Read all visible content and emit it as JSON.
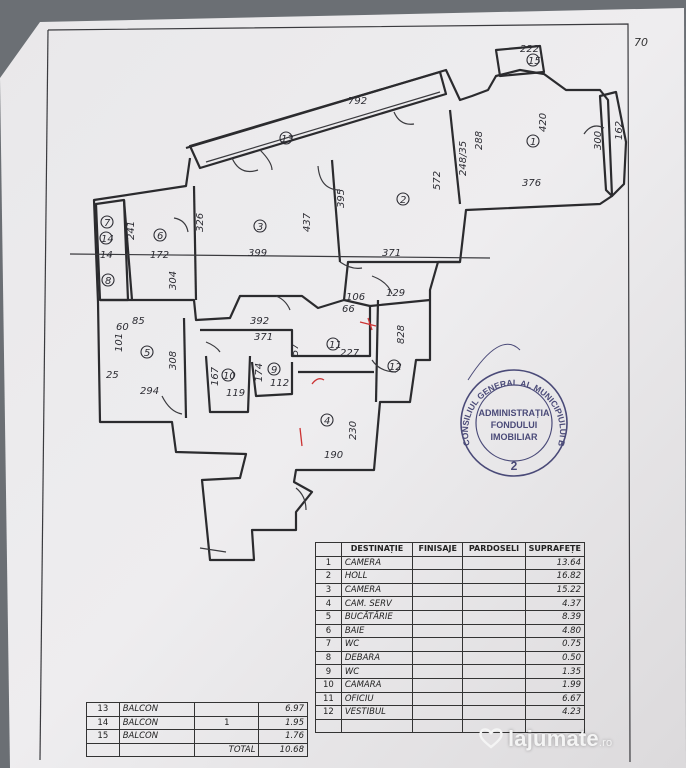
{
  "page_number": "70",
  "rooms": [
    {
      "no": "1"
    },
    {
      "no": "2"
    },
    {
      "no": "3"
    },
    {
      "no": "4"
    },
    {
      "no": "5"
    },
    {
      "no": "6"
    },
    {
      "no": "7"
    },
    {
      "no": "8"
    },
    {
      "no": "9"
    },
    {
      "no": "10"
    },
    {
      "no": "11"
    },
    {
      "no": "12"
    },
    {
      "no": "13"
    },
    {
      "no": "14"
    },
    {
      "no": "15"
    }
  ],
  "dimensions": [
    "792",
    "420",
    "376",
    "572",
    "248/35",
    "288",
    "300",
    "162",
    "222",
    "437",
    "399",
    "326",
    "395",
    "371",
    "172",
    "241",
    "304",
    "106",
    "129",
    "66",
    "828",
    "392",
    "371",
    "227",
    "57",
    "101",
    "60",
    "85",
    "308",
    "294",
    "25",
    "167",
    "119",
    "174",
    "112",
    "230",
    "190",
    "14"
  ],
  "stamp": {
    "ring_text": "CONSILIUL GENERAL AL MUNICIPIULUI BUCUREȘTI",
    "line1": "ADMINISTRAȚIA",
    "line2": "FONDULUI",
    "line3": "IMOBILIAR",
    "number": "2"
  },
  "main_table": {
    "headers": [
      "",
      "DESTINAȚIE",
      "FINISAJE",
      "PARDOSELI",
      "SUPRAFEȚE"
    ],
    "rows": [
      {
        "no": "1",
        "dest": "CAMERA",
        "area": "13.64"
      },
      {
        "no": "2",
        "dest": "HOLL",
        "area": "16.82"
      },
      {
        "no": "3",
        "dest": "CAMERA",
        "area": "15.22"
      },
      {
        "no": "4",
        "dest": "CAM. SERV",
        "area": "4.37"
      },
      {
        "no": "5",
        "dest": "BUCĂTĂRIE",
        "area": "8.39"
      },
      {
        "no": "6",
        "dest": "BAIE",
        "area": "4.80"
      },
      {
        "no": "7",
        "dest": "WC",
        "area": "0.75"
      },
      {
        "no": "8",
        "dest": "DEBARA",
        "area": "0.50"
      },
      {
        "no": "9",
        "dest": "WC",
        "area": "1.35"
      },
      {
        "no": "10",
        "dest": "CAMARA",
        "area": "1.99"
      },
      {
        "no": "11",
        "dest": "OFICIU",
        "area": "6.67"
      },
      {
        "no": "12",
        "dest": "VESTIBUL",
        "area": "4.23"
      },
      {
        "no": "",
        "dest": "",
        "area": ""
      }
    ]
  },
  "balcony_table": {
    "rows": [
      {
        "no": "13",
        "dest": "BALCON",
        "mark": "",
        "area": "6.97"
      },
      {
        "no": "14",
        "dest": "BALCON",
        "mark": "1",
        "area": "1.95"
      },
      {
        "no": "15",
        "dest": "BALCON",
        "mark": "",
        "area": "1.76"
      }
    ],
    "total_label": "TOTAL",
    "total": "10.68"
  },
  "watermark": {
    "brand": "lajumate",
    "suffix": ".ro"
  }
}
